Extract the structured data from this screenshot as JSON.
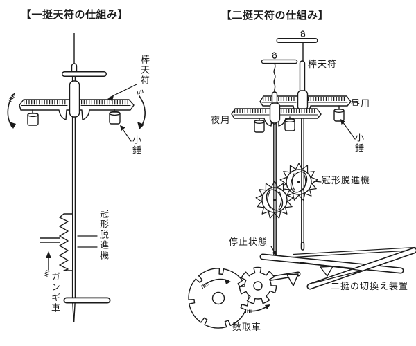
{
  "page": {
    "background": "#ffffff",
    "ink": "#1a1a1a"
  },
  "left_diagram": {
    "title": "【一挺天符の仕組み】",
    "labels": {
      "foliot": "棒天符",
      "small_weight": "小錘",
      "crown_escapement": "冠形脱進機",
      "escape_wheel": "ガンギ車"
    }
  },
  "right_diagram": {
    "title": "【二挺天符の仕組み】",
    "labels": {
      "foliot": "棒天符",
      "night_use": "夜用",
      "day_use": "昼用",
      "small_weight": "小錘",
      "crown_escapement": "冠形脱進機",
      "stopped_state": "停止状態",
      "switch_device": "二挺の切換え装置",
      "counting_wheel": "数取車"
    }
  }
}
